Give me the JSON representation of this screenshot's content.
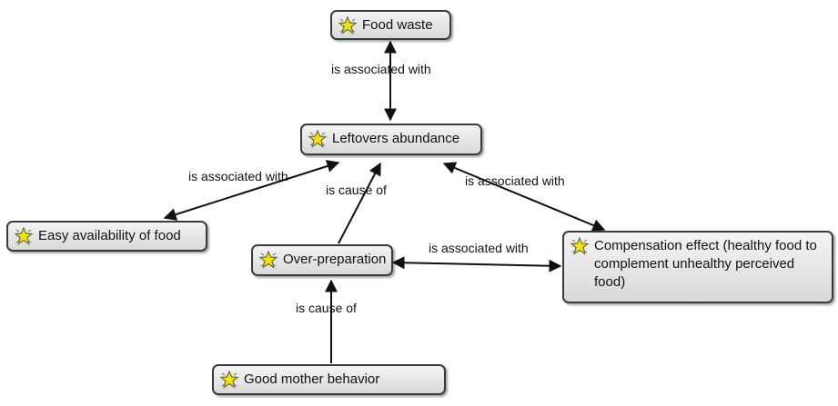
{
  "nodes": {
    "food_waste": "Food waste",
    "leftovers_abundance": "Leftovers abundance",
    "easy_availability": "Easy availability of food",
    "over_preparation": "Over-preparation",
    "compensation_effect": "Compensation effect (healthy food to complement unhealthy perceived food)",
    "good_mother": "Good mother behavior"
  },
  "edges": {
    "waste_leftovers": "is associated with",
    "leftovers_easy": "is associated with",
    "overprep_leftovers": "is cause of",
    "leftovers_compensation": "is associated with",
    "overprep_compensation": "is associated with",
    "mother_overprep": "is cause of"
  },
  "icon": "concept-star-icon",
  "colors": {
    "node_border": "#3a3a3a",
    "node_fill_top": "#f4f4f4",
    "node_fill_bottom": "#d9d9d9",
    "icon_fill": "#f2e21a",
    "icon_stroke": "#6b6b3a",
    "arrow": "#111111"
  }
}
